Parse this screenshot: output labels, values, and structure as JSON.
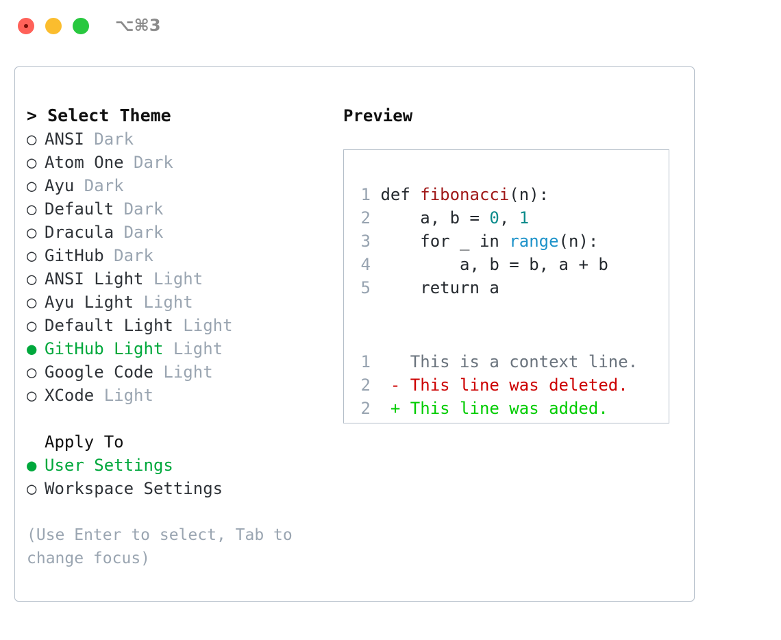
{
  "window": {
    "shortcut_label": "⌥⌘3",
    "traffic_lights": [
      "close",
      "minimize",
      "zoom"
    ]
  },
  "theme_panel": {
    "heading": "> Select Theme",
    "marker_unselected": "○",
    "marker_selected": "●",
    "selected_theme": "GitHub Light",
    "accent_color": "#00a83c",
    "items": [
      {
        "name": "ANSI",
        "kind": "Dark",
        "selected": false
      },
      {
        "name": "Atom One",
        "kind": "Dark",
        "selected": false
      },
      {
        "name": "Ayu",
        "kind": "Dark",
        "selected": false
      },
      {
        "name": "Default",
        "kind": "Dark",
        "selected": false
      },
      {
        "name": "Dracula",
        "kind": "Dark",
        "selected": false
      },
      {
        "name": "GitHub",
        "kind": "Dark",
        "selected": false
      },
      {
        "name": "ANSI Light",
        "kind": "Light",
        "selected": false
      },
      {
        "name": "Ayu Light",
        "kind": "Light",
        "selected": false
      },
      {
        "name": "Default Light",
        "kind": "Light",
        "selected": false
      },
      {
        "name": "GitHub Light",
        "kind": "Light",
        "selected": true
      },
      {
        "name": "Google Code",
        "kind": "Light",
        "selected": false
      },
      {
        "name": "XCode",
        "kind": "Light",
        "selected": false
      }
    ]
  },
  "apply_to": {
    "heading": "Apply To",
    "options": [
      {
        "name": "User Settings",
        "selected": true
      },
      {
        "name": "Workspace Settings",
        "selected": false
      }
    ]
  },
  "hint": "(Use Enter to select, Tab to change focus)",
  "preview": {
    "title": "Preview",
    "code_lines": [
      {
        "num": "1",
        "tokens": [
          {
            "t": "def ",
            "c": "plain"
          },
          {
            "t": "fibonacci",
            "c": "fn"
          },
          {
            "t": "(n):",
            "c": "plain"
          }
        ]
      },
      {
        "num": "2",
        "tokens": [
          {
            "t": "    a, b = ",
            "c": "plain"
          },
          {
            "t": "0",
            "c": "num"
          },
          {
            "t": ", ",
            "c": "plain"
          },
          {
            "t": "1",
            "c": "num"
          }
        ]
      },
      {
        "num": "3",
        "tokens": [
          {
            "t": "    for _ in ",
            "c": "plain"
          },
          {
            "t": "range",
            "c": "call"
          },
          {
            "t": "(n):",
            "c": "plain"
          }
        ]
      },
      {
        "num": "4",
        "tokens": [
          {
            "t": "        a, b = b, a + b",
            "c": "plain"
          }
        ]
      },
      {
        "num": "5",
        "tokens": [
          {
            "t": "    return a",
            "c": "plain"
          }
        ]
      }
    ],
    "diff_lines": [
      {
        "num": "1",
        "sign": " ",
        "text": " This is a context line.",
        "kind": "ctx"
      },
      {
        "num": "2",
        "sign": "-",
        "text": " This line was deleted.",
        "kind": "del"
      },
      {
        "num": "2",
        "sign": "+",
        "text": " This line was added.",
        "kind": "add"
      }
    ],
    "colors": {
      "function": "#a01818",
      "number": "#0a8b8b",
      "builtin": "#1c92c9",
      "line_number": "#97a3b0",
      "diff_context": "#6a737d",
      "diff_deleted": "#cc0000",
      "diff_added": "#00cc00"
    }
  }
}
